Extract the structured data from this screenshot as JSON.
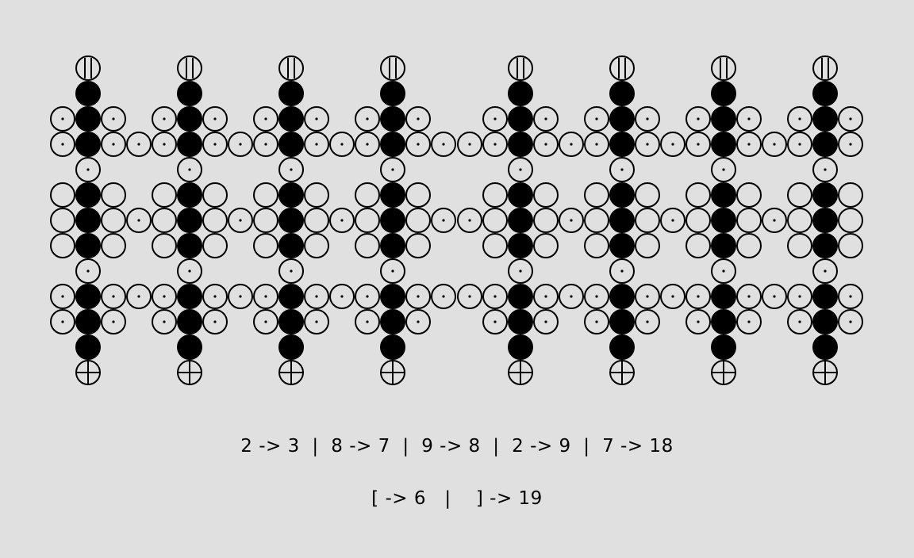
{
  "board": {
    "columns": 8,
    "piece_kinds": [
      "filled",
      "empty",
      "dot",
      "bar",
      "cross"
    ]
  },
  "info": {
    "mappings_line": "2 -> 3  |  8 -> 7  |  9 -> 8  |  2 -> 9  |  7 -> 18",
    "brackets_line": "[ -> 6   |    ] -> 19"
  }
}
